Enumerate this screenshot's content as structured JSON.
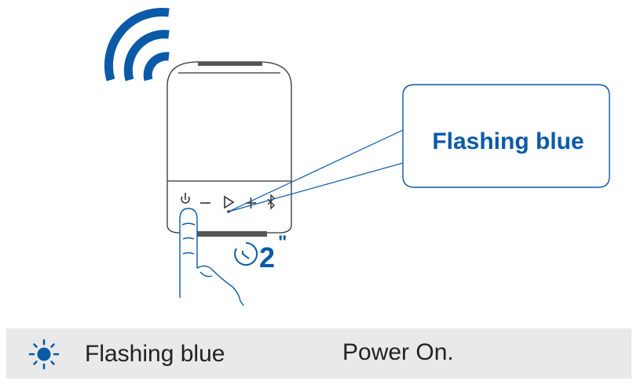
{
  "callout": {
    "text": "Flashing blue"
  },
  "hold": {
    "duration": "2",
    "unit_mark": "\""
  },
  "status_row": {
    "indicator_label": "Flashing blue",
    "meaning": "Power On."
  },
  "colors": {
    "accent_blue": "#0a5aa8",
    "line": "#333333",
    "row_background": "#e9e9e9"
  },
  "icons": {
    "signal": "wireless-signal-icon",
    "power": "power-icon",
    "minus": "volume-down-icon",
    "play": "play-icon",
    "plus": "volume-up-icon",
    "bluetooth": "bluetooth-icon",
    "timer": "timer-icon",
    "indicator": "flashing-light-icon"
  }
}
